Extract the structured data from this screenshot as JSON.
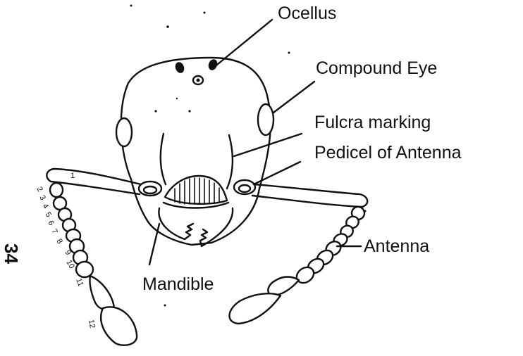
{
  "labels": {
    "ocellus": "Ocellus",
    "compound_eye": "Compound Eye",
    "fulcra_marking": "Fulcra marking",
    "pedicel": "Pedicel of Antenna",
    "antenna": "Antenna",
    "mandible": "Mandible"
  },
  "page_number": "34",
  "segment_numbers": [
    "1",
    "2",
    "3",
    "4",
    "5",
    "6",
    "7",
    "8",
    "9",
    "10",
    "11",
    "12"
  ],
  "colors": {
    "ink": "#111111",
    "paper": "#ffffff"
  }
}
